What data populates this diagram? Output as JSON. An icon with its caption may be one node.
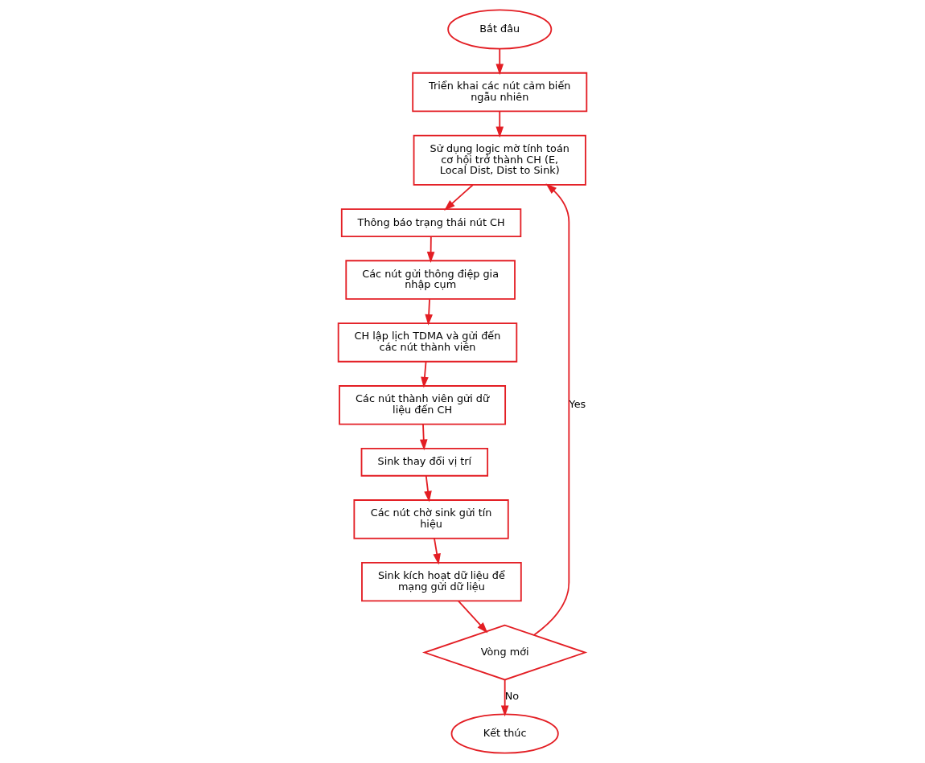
{
  "diagram": {
    "nodes": [
      {
        "text": [
          "Bắt đâu"
        ]
      },
      {
        "text": [
          "Triển khai các nút cảm biến ngẫu nhiên"
        ]
      },
      {
        "text": [
          "Sử dụng logic mờ tính toán cơ hội trở thành CH (E, Local Dist, Dist to Sink)"
        ]
      },
      {
        "text": [
          "Thông báo trạng thái nút CH"
        ]
      },
      {
        "text": [
          "Các nút gửi thông điệp gia nhập cụm"
        ]
      },
      {
        "text": [
          "CH lập lịch TDMA và gửi đến các nút thành viên"
        ]
      },
      {
        "text": [
          "Các nút thành viên gửi dữ liệu đến CH"
        ]
      },
      {
        "text": [
          "Sink thay đổi vị trí"
        ]
      },
      {
        "text": [
          "Các nút chờ sink gửi tín hiệu"
        ]
      },
      {
        "text": [
          "Sink kích hoạt dữ liệu để mạng gửi dữ liệu"
        ]
      },
      {
        "text": [
          "Vòng mới"
        ]
      },
      {
        "text": [
          "Kết thúc"
        ]
      }
    ],
    "edges": [
      {
        "from": 0,
        "to": 1,
        "arrow": "to"
      },
      {
        "from": 1,
        "to": 2,
        "arrow": "to"
      },
      {
        "from": 2,
        "to": 3,
        "arrow": "to"
      },
      {
        "from": 3,
        "to": 4,
        "arrow": "to"
      },
      {
        "from": 4,
        "to": 5,
        "arrow": "to"
      },
      {
        "from": 5,
        "to": 6,
        "arrow": "to"
      },
      {
        "from": 6,
        "to": 7,
        "arrow": "to"
      },
      {
        "from": 7,
        "to": 8,
        "arrow": "to"
      },
      {
        "from": 8,
        "to": 9,
        "arrow": "to"
      },
      {
        "from": 9,
        "to": 10,
        "arrow": "to"
      },
      {
        "from": 10,
        "to": 2,
        "arrow": "to",
        "label": "Yes"
      },
      {
        "from": 10,
        "to": 11,
        "arrow": "to",
        "label": "No"
      }
    ]
  }
}
